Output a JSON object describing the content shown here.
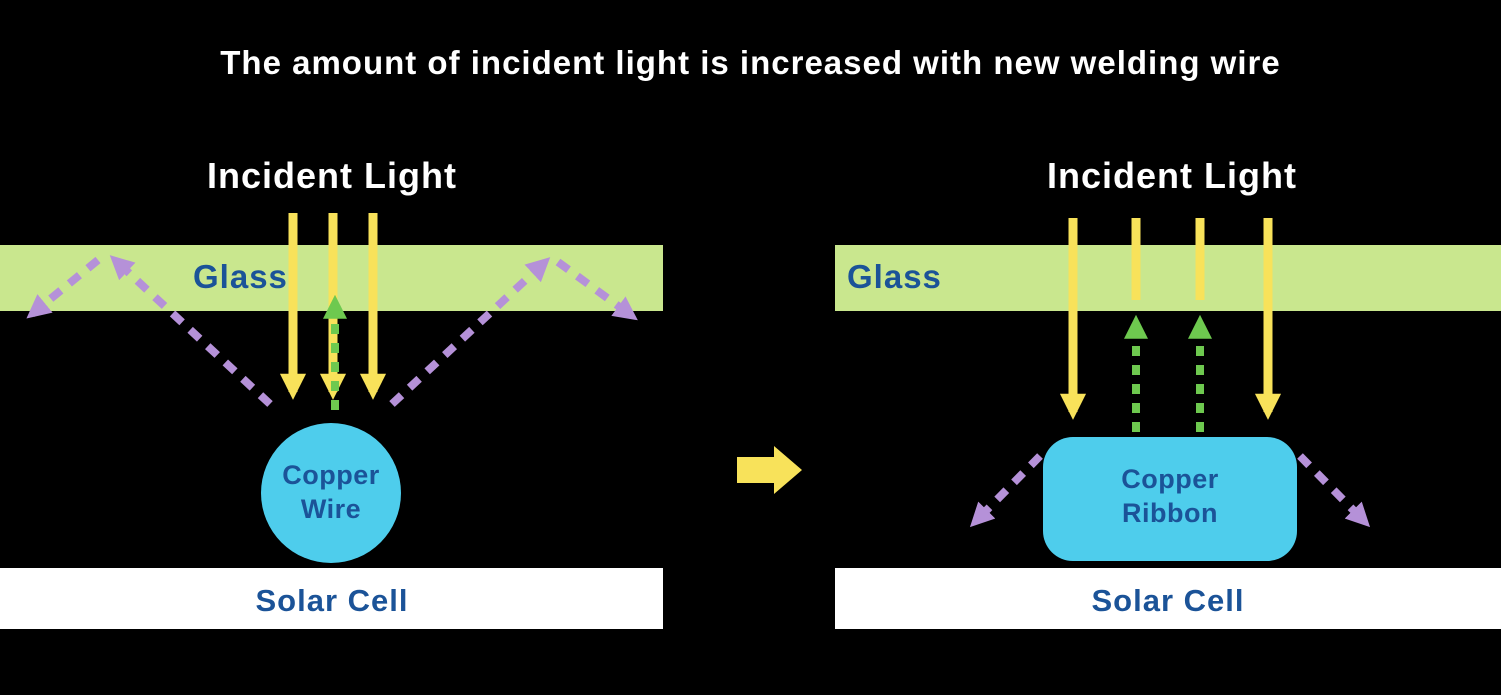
{
  "title": "The amount of incident light is increased with new welding wire",
  "colors": {
    "background": "#000000",
    "title_text": "#ffffff",
    "label_text": "#1b5398",
    "glass": "#c9e78e",
    "yellow": "#f8e25a",
    "green": "#6ec94f",
    "purple": "#b591d8",
    "cyan": "#4ecdec",
    "solar_cell": "#ffffff"
  },
  "icons": {
    "transition": "right-arrow",
    "incident_light": "down-arrow",
    "reflected_light": "dashed-up-arrow",
    "scattered_light": "dashed-diagonal-arrow"
  },
  "left_panel": {
    "incident_light_label": "Incident Light",
    "glass_label": "Glass",
    "component_label_line1": "Copper",
    "component_label_line2": "Wire",
    "solar_cell_label": "Solar Cell"
  },
  "right_panel": {
    "incident_light_label": "Incident Light",
    "glass_label": "Glass",
    "component_label_line1": "Copper",
    "component_label_line2": "Ribbon",
    "solar_cell_label": "Solar Cell"
  }
}
